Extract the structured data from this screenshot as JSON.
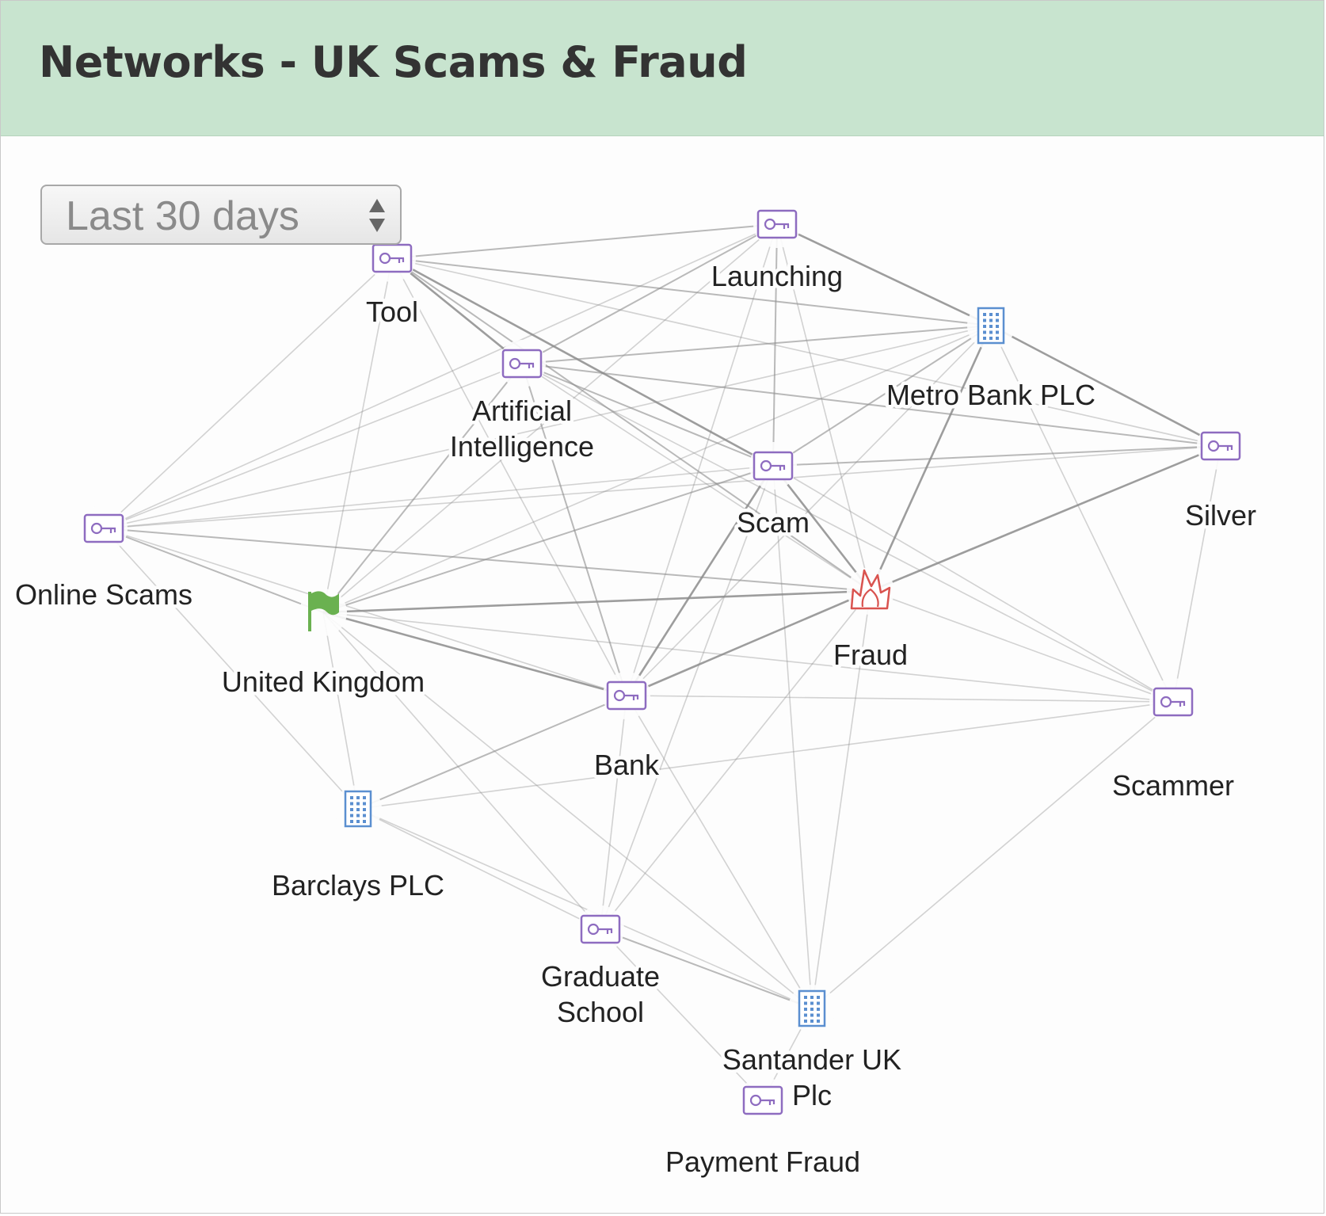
{
  "header": {
    "title": "Networks - UK Scams & Fraud"
  },
  "time_range": {
    "selected": "Last 30 days"
  },
  "colors": {
    "header_bg": "#c8e4cf",
    "keyword_icon": "#8e6cc0",
    "organization_icon": "#5b8fd0",
    "location_icon": "#6ab150",
    "event_icon": "#d9534f",
    "edge": "#8c8c8c"
  },
  "network": {
    "nodes": [
      {
        "id": "tool",
        "label": [
          "Tool"
        ],
        "type": "keyword",
        "icon": "key-icon"
      },
      {
        "id": "launching",
        "label": [
          "Launching"
        ],
        "type": "keyword",
        "icon": "key-icon"
      },
      {
        "id": "metro",
        "label": [
          "Metro Bank PLC"
        ],
        "type": "organization",
        "icon": "building-icon"
      },
      {
        "id": "ai",
        "label": [
          "Artificial",
          "Intelligence"
        ],
        "type": "keyword",
        "icon": "key-icon"
      },
      {
        "id": "scam",
        "label": [
          "Scam"
        ],
        "type": "keyword",
        "icon": "key-icon"
      },
      {
        "id": "silver",
        "label": [
          "Silver"
        ],
        "type": "keyword",
        "icon": "key-icon"
      },
      {
        "id": "online",
        "label": [
          "Online Scams"
        ],
        "type": "keyword",
        "icon": "key-icon"
      },
      {
        "id": "uk",
        "label": [
          "United Kingdom"
        ],
        "type": "location",
        "icon": "flag-icon"
      },
      {
        "id": "fraud",
        "label": [
          "Fraud"
        ],
        "type": "event",
        "icon": "fire-icon"
      },
      {
        "id": "bank",
        "label": [
          "Bank"
        ],
        "type": "keyword",
        "icon": "key-icon"
      },
      {
        "id": "scammer",
        "label": [
          "Scammer"
        ],
        "type": "keyword",
        "icon": "key-icon"
      },
      {
        "id": "barclays",
        "label": [
          "Barclays PLC"
        ],
        "type": "organization",
        "icon": "building-icon"
      },
      {
        "id": "grad",
        "label": [
          "Graduate",
          "School"
        ],
        "type": "keyword",
        "icon": "key-icon"
      },
      {
        "id": "santander",
        "label": [
          "Santander UK",
          "Plc"
        ],
        "type": "organization",
        "icon": "building-icon"
      },
      {
        "id": "payment",
        "label": [
          "Payment Fraud"
        ],
        "type": "keyword",
        "icon": "key-icon"
      }
    ],
    "edges": [
      [
        "tool",
        "launching",
        2
      ],
      [
        "tool",
        "metro",
        2
      ],
      [
        "tool",
        "ai",
        3
      ],
      [
        "tool",
        "scam",
        3
      ],
      [
        "tool",
        "silver",
        1
      ],
      [
        "tool",
        "online",
        1
      ],
      [
        "tool",
        "uk",
        1
      ],
      [
        "tool",
        "fraud",
        2
      ],
      [
        "tool",
        "bank",
        1
      ],
      [
        "launching",
        "metro",
        3
      ],
      [
        "launching",
        "ai",
        2
      ],
      [
        "launching",
        "scam",
        2
      ],
      [
        "launching",
        "online",
        1
      ],
      [
        "launching",
        "uk",
        1
      ],
      [
        "launching",
        "fraud",
        1
      ],
      [
        "launching",
        "bank",
        1
      ],
      [
        "metro",
        "ai",
        2
      ],
      [
        "metro",
        "scam",
        2
      ],
      [
        "metro",
        "silver",
        3
      ],
      [
        "metro",
        "fraud",
        3
      ],
      [
        "metro",
        "uk",
        1
      ],
      [
        "metro",
        "online",
        1
      ],
      [
        "metro",
        "bank",
        1
      ],
      [
        "metro",
        "scammer",
        1
      ],
      [
        "ai",
        "scam",
        2
      ],
      [
        "ai",
        "silver",
        2
      ],
      [
        "ai",
        "online",
        1
      ],
      [
        "ai",
        "uk",
        2
      ],
      [
        "ai",
        "bank",
        2
      ],
      [
        "ai",
        "fraud",
        1
      ],
      [
        "ai",
        "scammer",
        1
      ],
      [
        "scam",
        "silver",
        2
      ],
      [
        "scam",
        "fraud",
        3
      ],
      [
        "scam",
        "online",
        1
      ],
      [
        "scam",
        "uk",
        2
      ],
      [
        "scam",
        "bank",
        3
      ],
      [
        "scam",
        "scammer",
        1
      ],
      [
        "scam",
        "santander",
        1
      ],
      [
        "scam",
        "grad",
        1
      ],
      [
        "silver",
        "fraud",
        3
      ],
      [
        "silver",
        "online",
        1
      ],
      [
        "silver",
        "scammer",
        1
      ],
      [
        "online",
        "uk",
        2
      ],
      [
        "online",
        "fraud",
        2
      ],
      [
        "online",
        "barclays",
        1
      ],
      [
        "online",
        "bank",
        1
      ],
      [
        "uk",
        "fraud",
        3
      ],
      [
        "uk",
        "bank",
        3
      ],
      [
        "uk",
        "scammer",
        1
      ],
      [
        "uk",
        "barclays",
        1
      ],
      [
        "uk",
        "grad",
        1
      ],
      [
        "uk",
        "santander",
        1
      ],
      [
        "fraud",
        "bank",
        3
      ],
      [
        "fraud",
        "scammer",
        1
      ],
      [
        "fraud",
        "santander",
        1
      ],
      [
        "fraud",
        "grad",
        1
      ],
      [
        "bank",
        "scammer",
        1
      ],
      [
        "bank",
        "barclays",
        2
      ],
      [
        "bank",
        "grad",
        1
      ],
      [
        "bank",
        "santander",
        1
      ],
      [
        "scammer",
        "barclays",
        1
      ],
      [
        "scammer",
        "santander",
        1
      ],
      [
        "barclays",
        "grad",
        1
      ],
      [
        "barclays",
        "santander",
        1
      ],
      [
        "grad",
        "santander",
        2
      ],
      [
        "grad",
        "payment",
        1
      ],
      [
        "santander",
        "payment",
        1
      ]
    ]
  }
}
